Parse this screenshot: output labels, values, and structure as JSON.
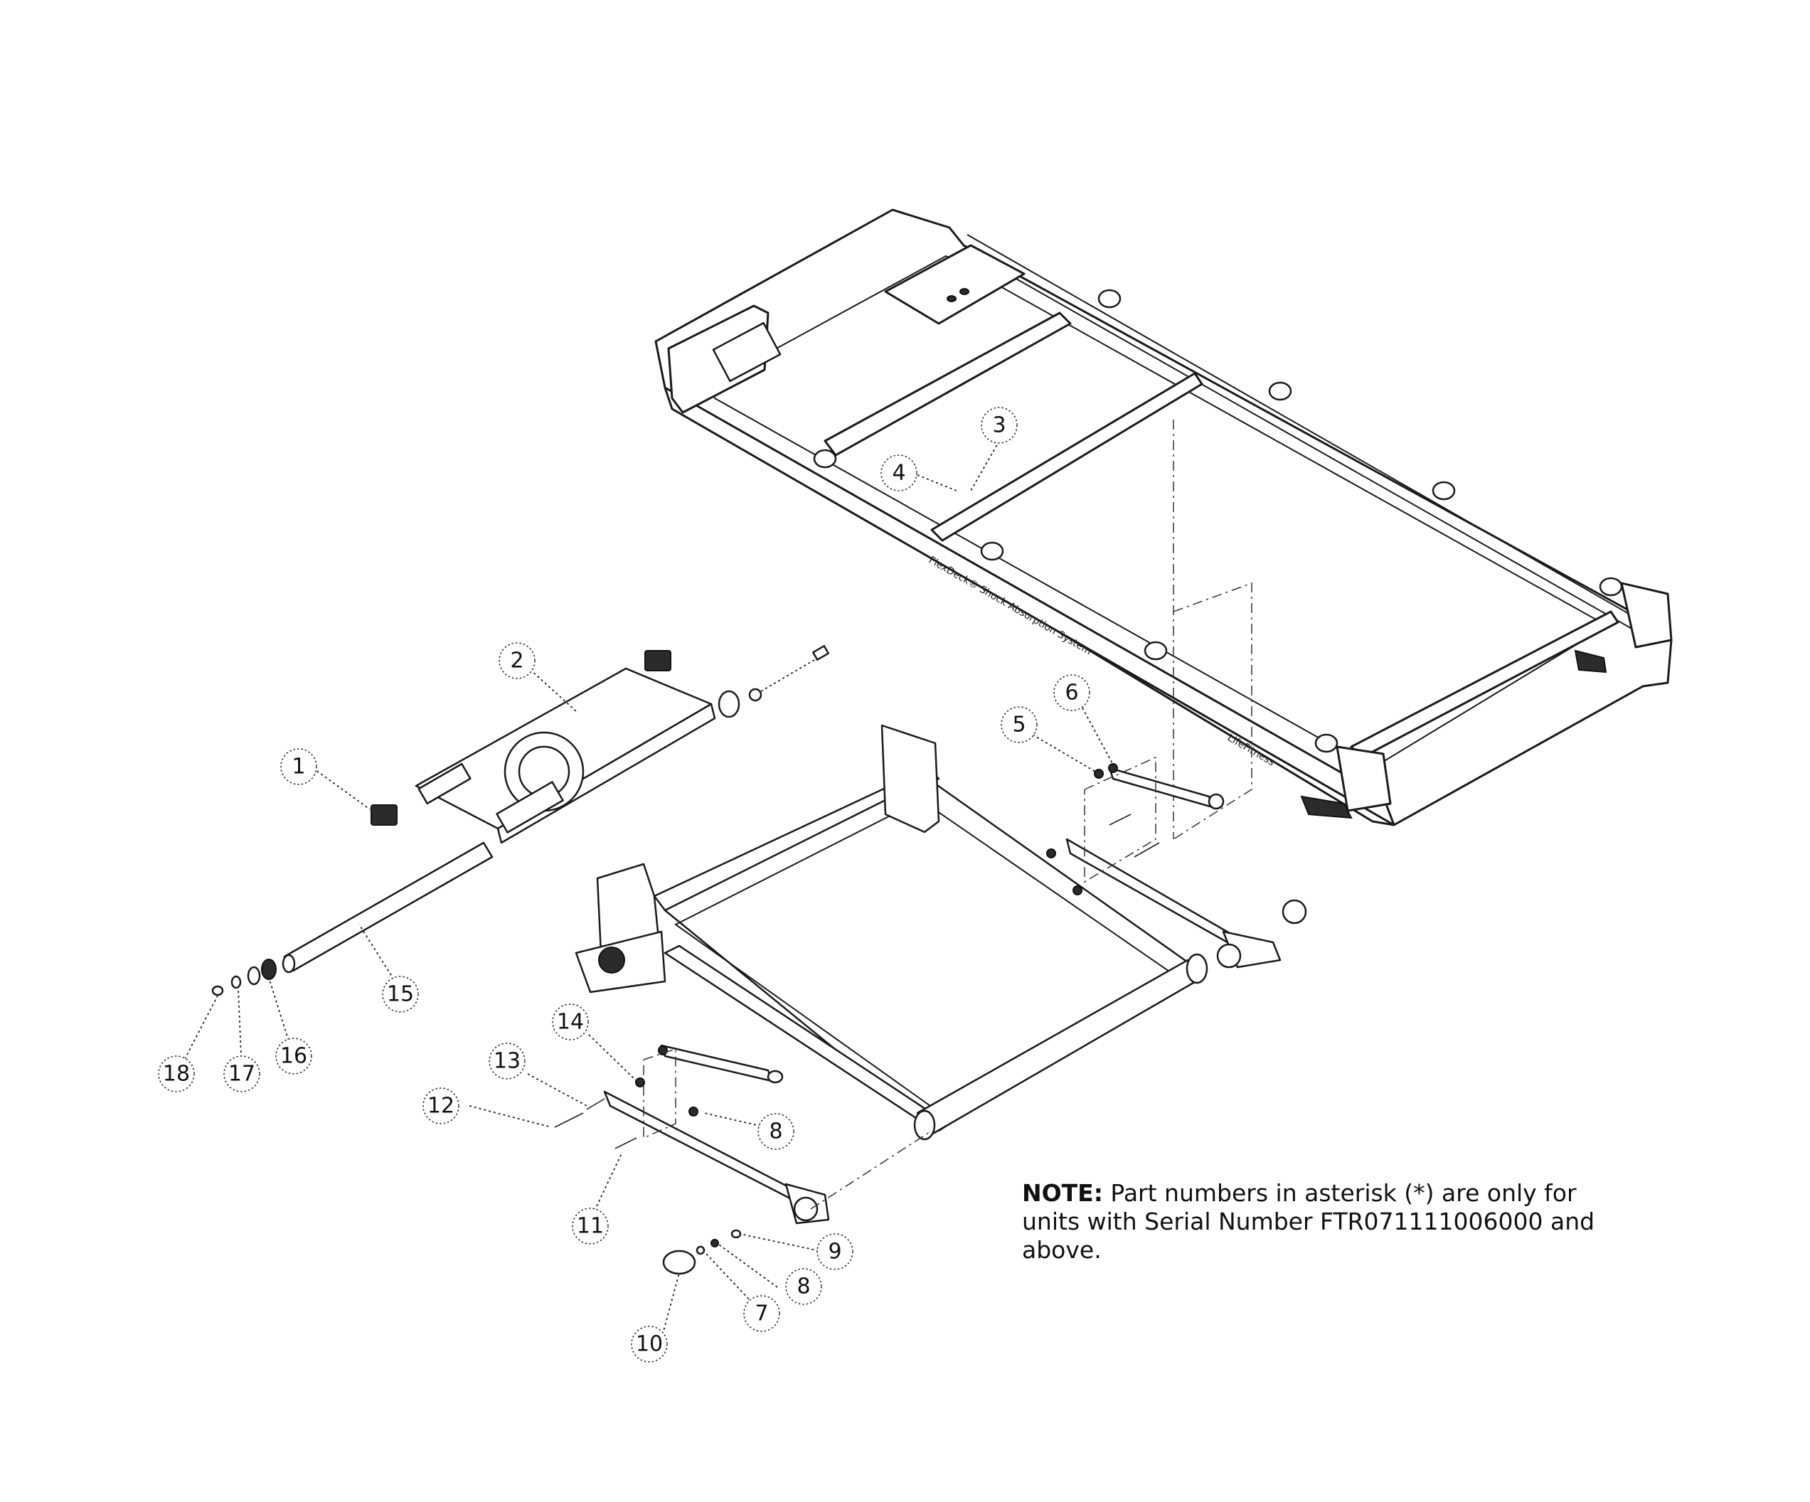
{
  "diagram": {
    "frame_labels": {
      "side_text": "FlexDeck® Shock Absorption System",
      "brand_text": "LifeFitness"
    },
    "callouts": [
      "1",
      "2",
      "3",
      "4",
      "5",
      "6",
      "7",
      "8",
      "8",
      "9",
      "10",
      "11",
      "12",
      "13",
      "14",
      "15",
      "16",
      "17",
      "18"
    ]
  },
  "note": {
    "heading": "NOTE:",
    "line1": " Part numbers in asterisk (*) are only for",
    "line2": "units with Serial Number FTR071111006000 and",
    "line3": "above."
  }
}
